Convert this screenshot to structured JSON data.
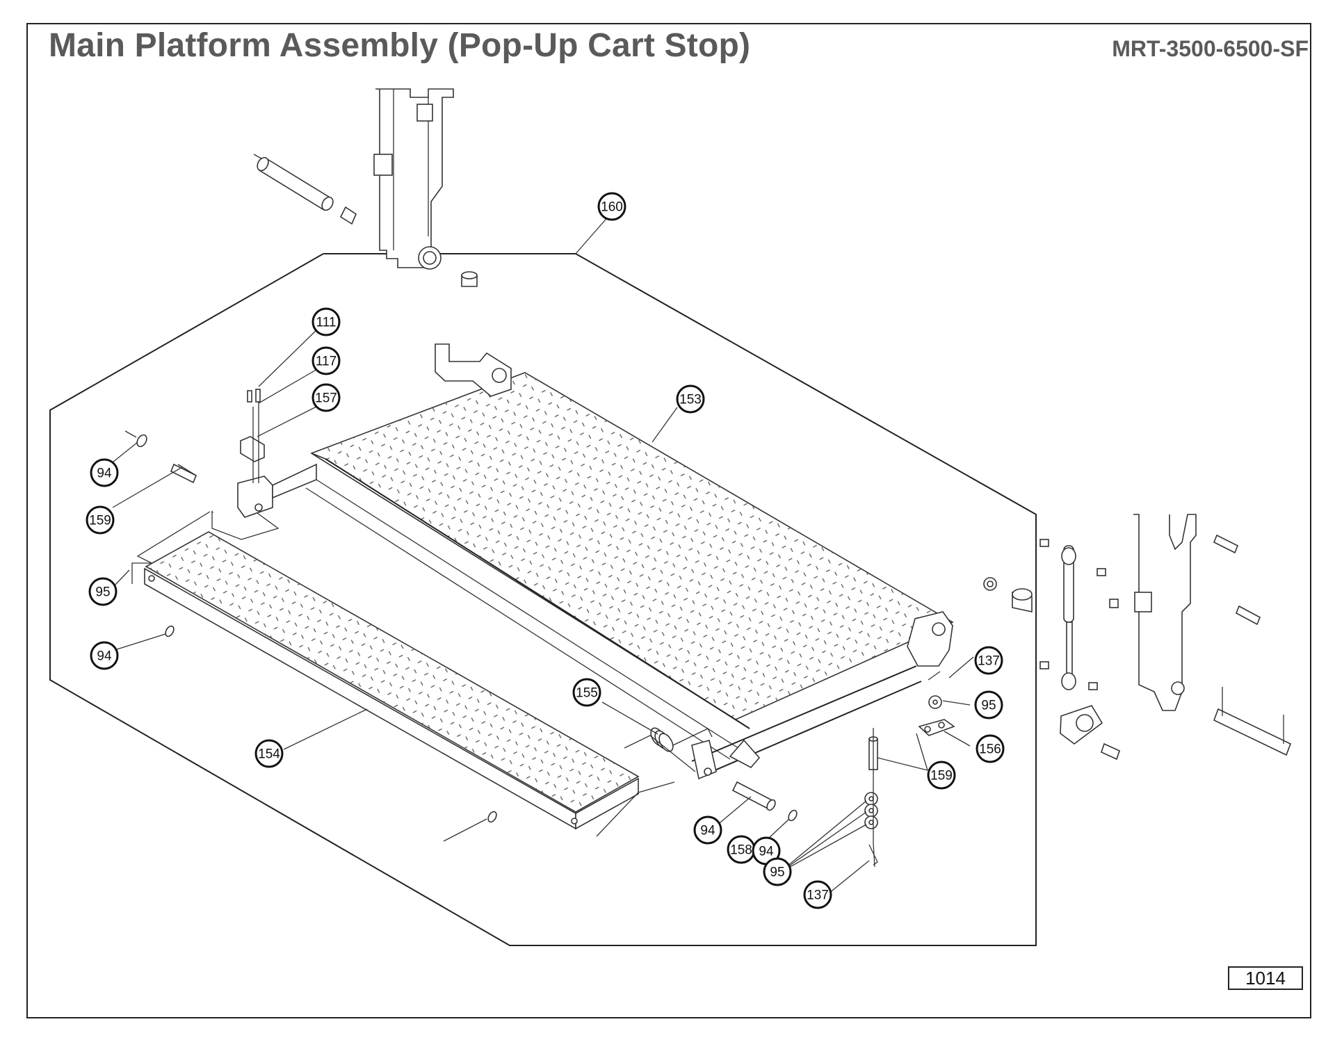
{
  "title": "Main Platform Assembly (Pop-Up Cart Stop)",
  "model": "MRT-3500-6500-SF",
  "page_number": "1014",
  "callouts": [
    {
      "label": "160"
    },
    {
      "label": "111"
    },
    {
      "label": "117"
    },
    {
      "label": "157"
    },
    {
      "label": "153"
    },
    {
      "label": "94"
    },
    {
      "label": "159"
    },
    {
      "label": "95"
    },
    {
      "label": "94"
    },
    {
      "label": "154"
    },
    {
      "label": "155"
    },
    {
      "label": "137"
    },
    {
      "label": "95"
    },
    {
      "label": "156"
    },
    {
      "label": "159"
    },
    {
      "label": "94"
    },
    {
      "label": "158"
    },
    {
      "label": "94"
    },
    {
      "label": "95"
    },
    {
      "label": "137"
    }
  ]
}
